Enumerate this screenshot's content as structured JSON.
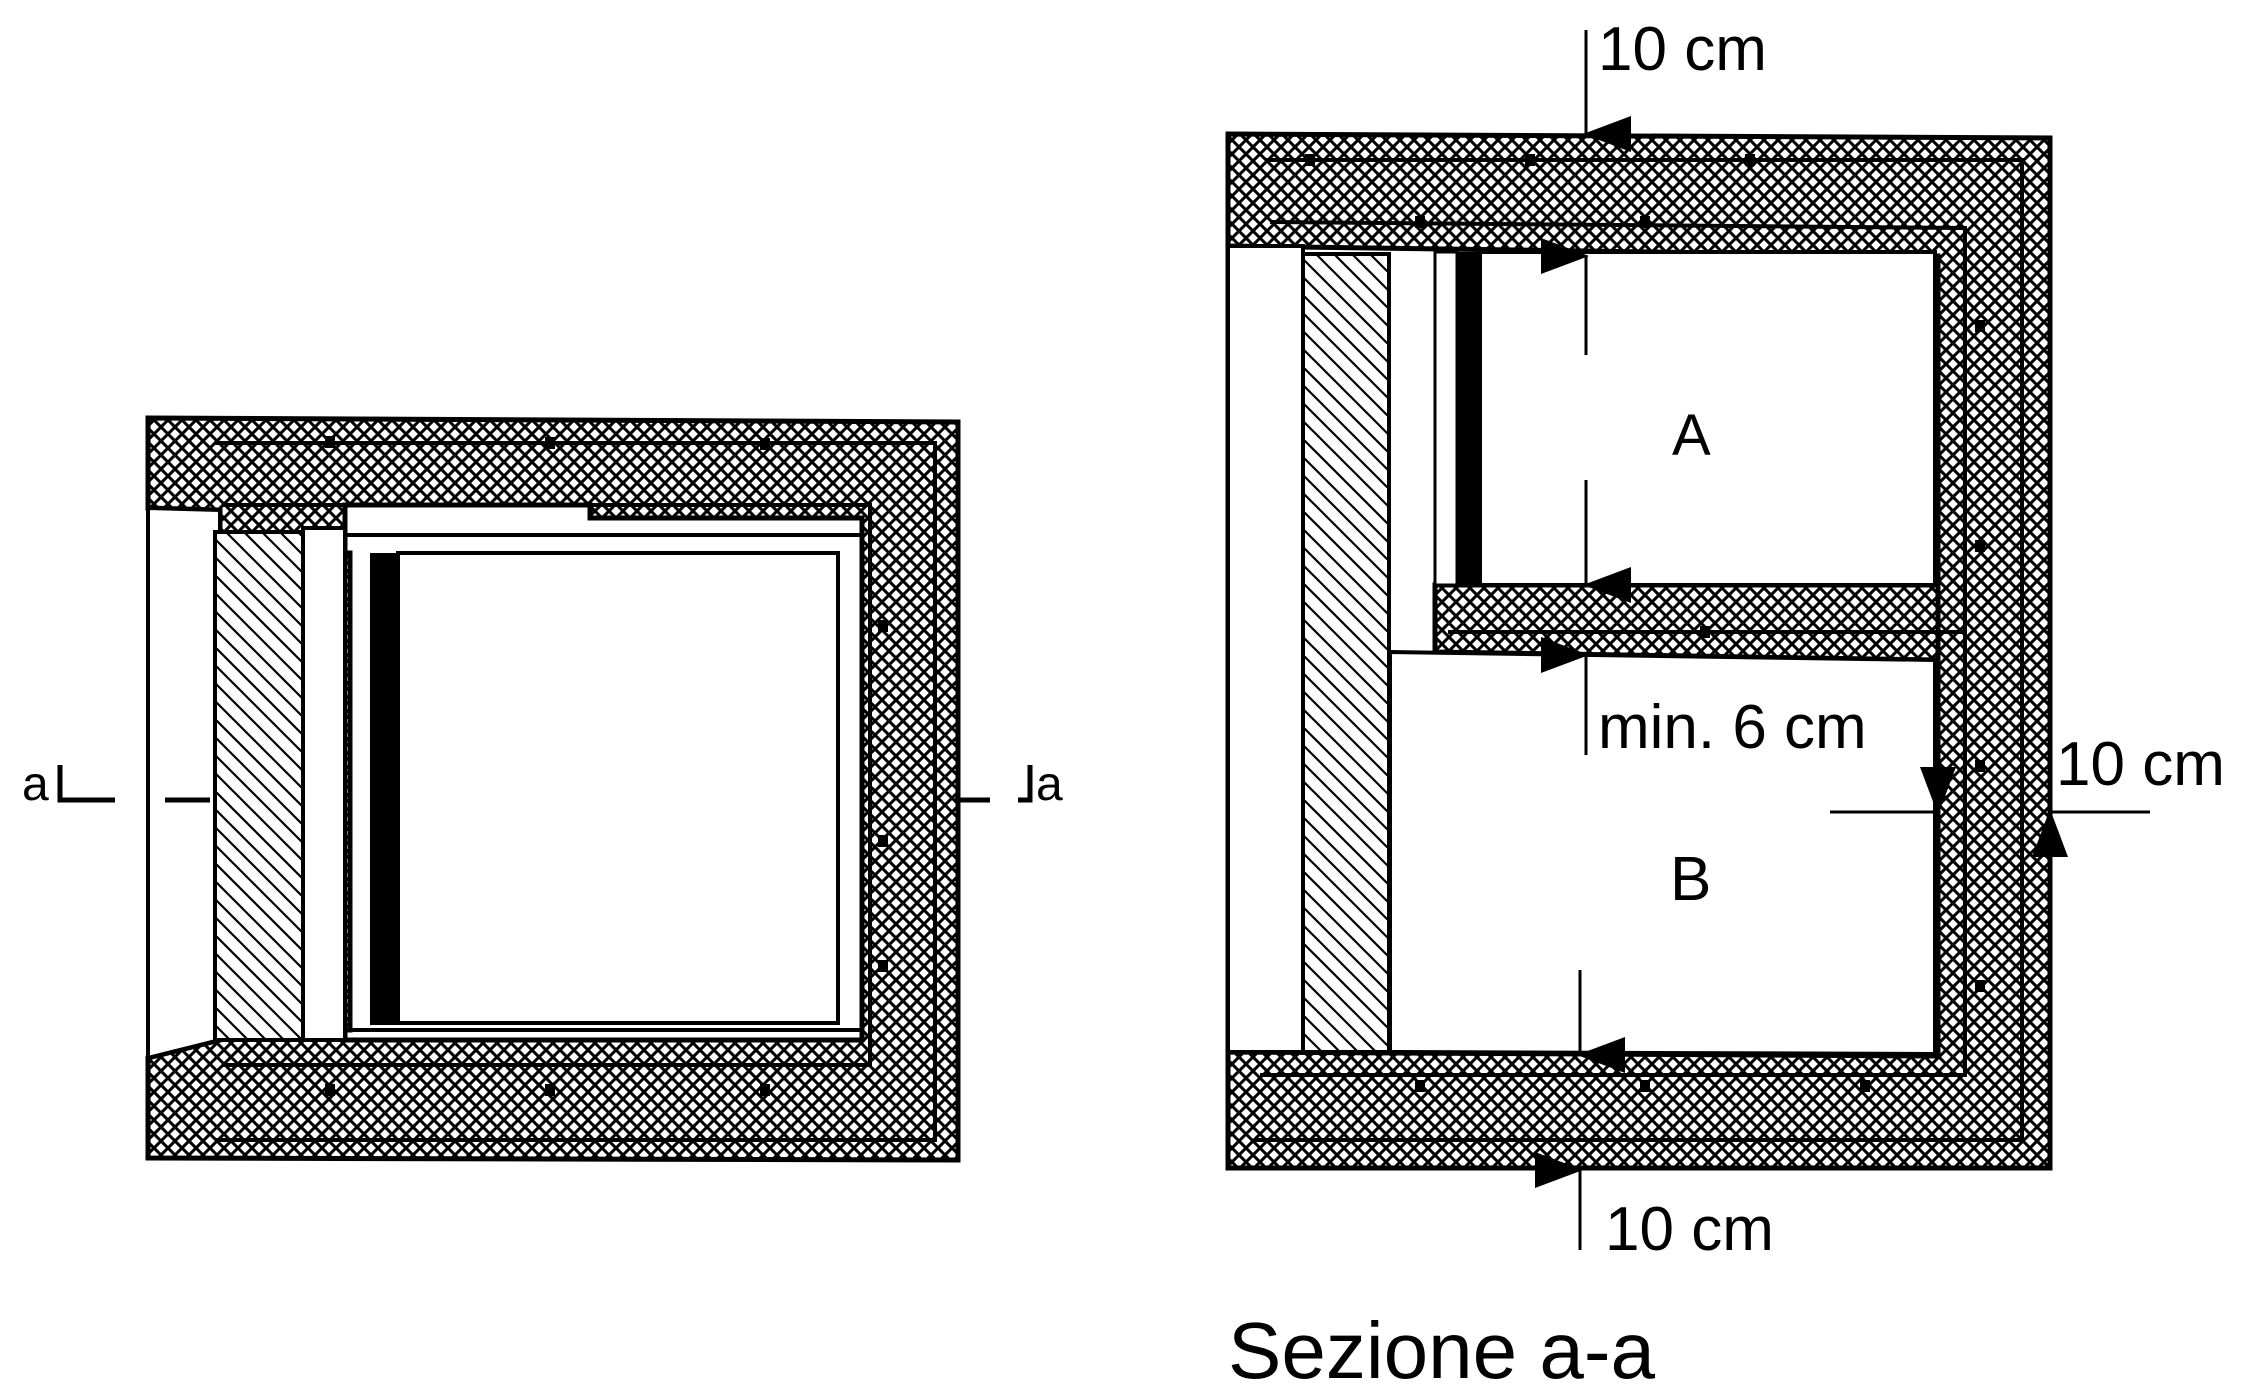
{
  "plan": {
    "section_mark_left": "a",
    "section_mark_right": "a"
  },
  "section": {
    "title": "Sezione a-a",
    "room_upper_label": "A",
    "room_lower_label": "B",
    "dim_top": "10 cm",
    "dim_middle": "min. 6 cm",
    "dim_right": "10 cm",
    "dim_bottom": "10 cm"
  }
}
